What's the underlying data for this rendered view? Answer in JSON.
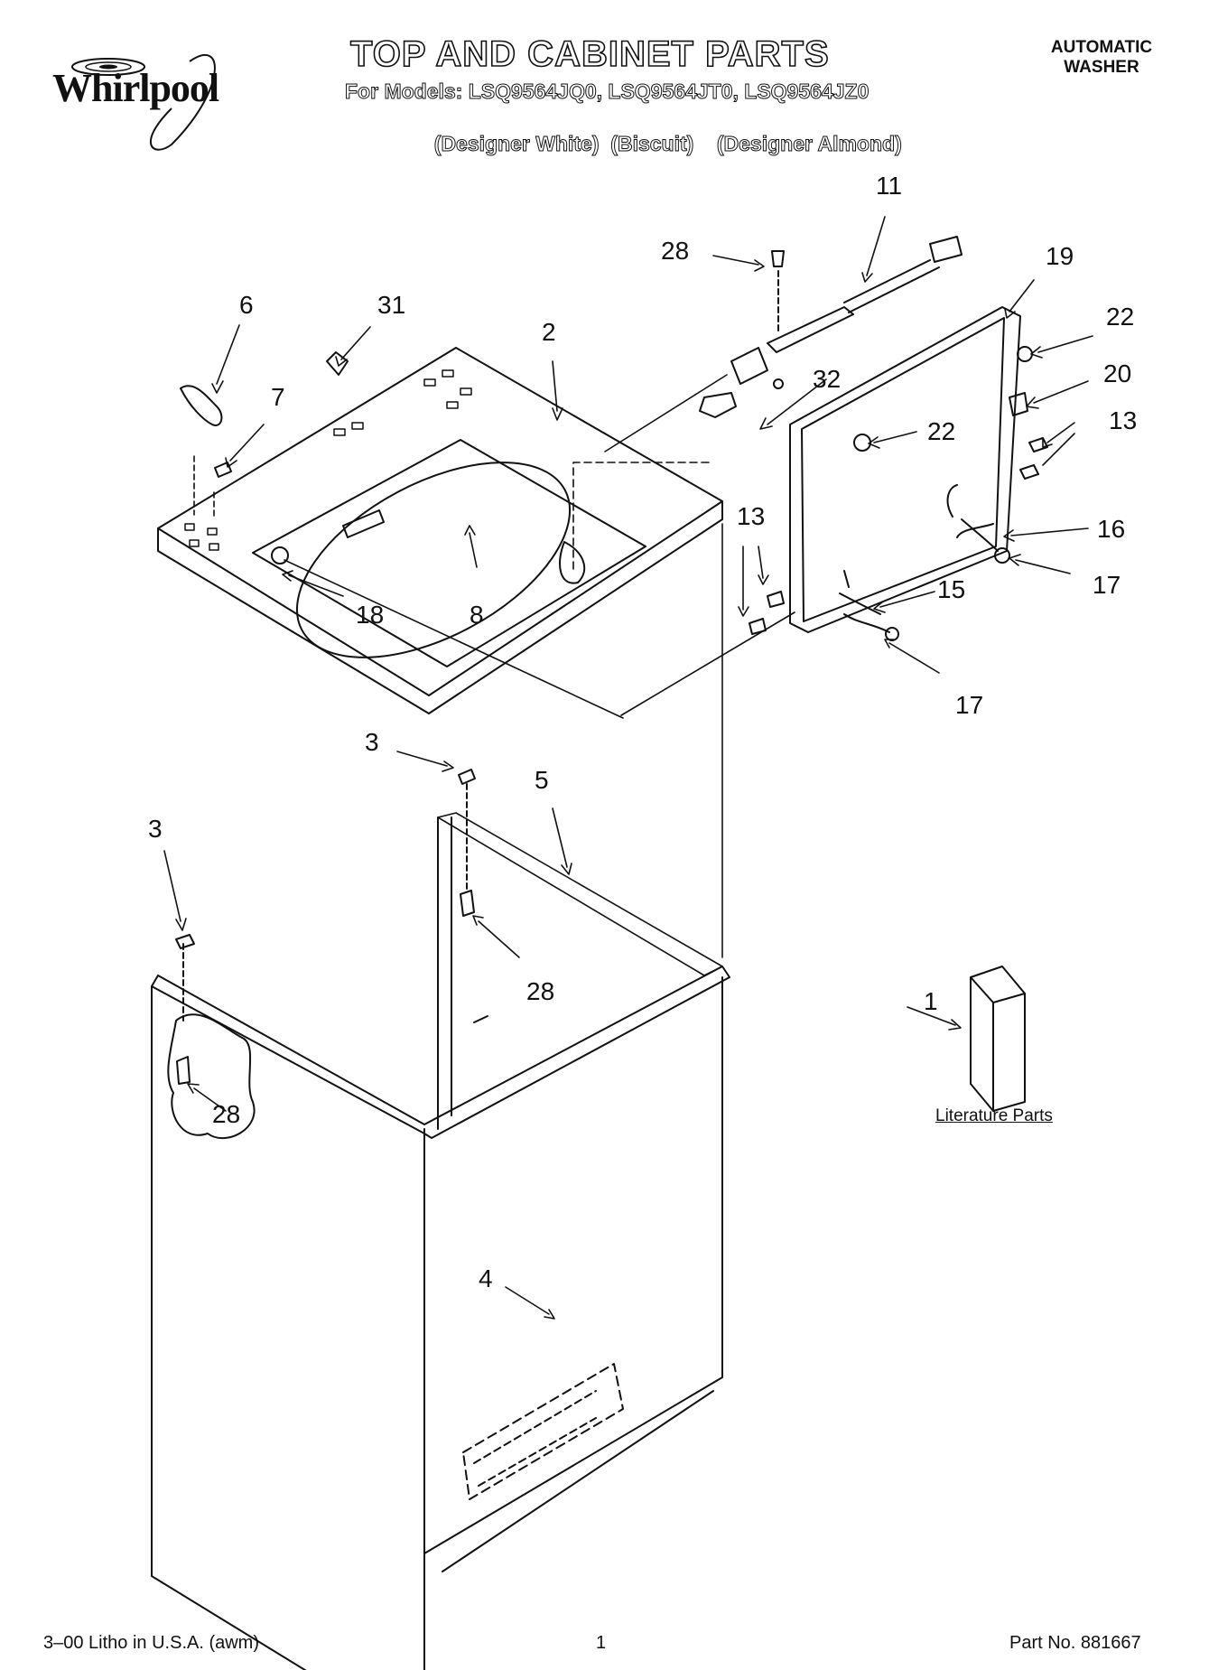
{
  "brand": {
    "name": "Whirlpool"
  },
  "header": {
    "title": "TOP AND CABINET PARTS",
    "models_line": "For Models: LSQ9564JQ0, LSQ9564JT0, LSQ9564JZ0",
    "finishes": [
      "(Designer White)",
      "(Biscuit)",
      "(Designer Almond)"
    ],
    "appliance_line1": "AUTOMATIC",
    "appliance_line2": "WASHER"
  },
  "callouts": {
    "c1": "1",
    "c2": "2",
    "c3a": "3",
    "c3b": "3",
    "c4": "4",
    "c5": "5",
    "c6": "6",
    "c7": "7",
    "c8": "8",
    "c11": "11",
    "c13a": "13",
    "c13b": "13",
    "c15": "15",
    "c16": "16",
    "c17a": "17",
    "c17b": "17",
    "c18": "18",
    "c19": "19",
    "c20": "20",
    "c22a": "22",
    "c22b": "22",
    "c28a": "28",
    "c28b": "28",
    "c28c": "28",
    "c31": "31",
    "c32": "32"
  },
  "literature_label": "Literature Parts",
  "footer": {
    "left": "3–00 Litho in U.S.A. (awm)",
    "page": "1",
    "part_no": "Part No. 881667"
  }
}
